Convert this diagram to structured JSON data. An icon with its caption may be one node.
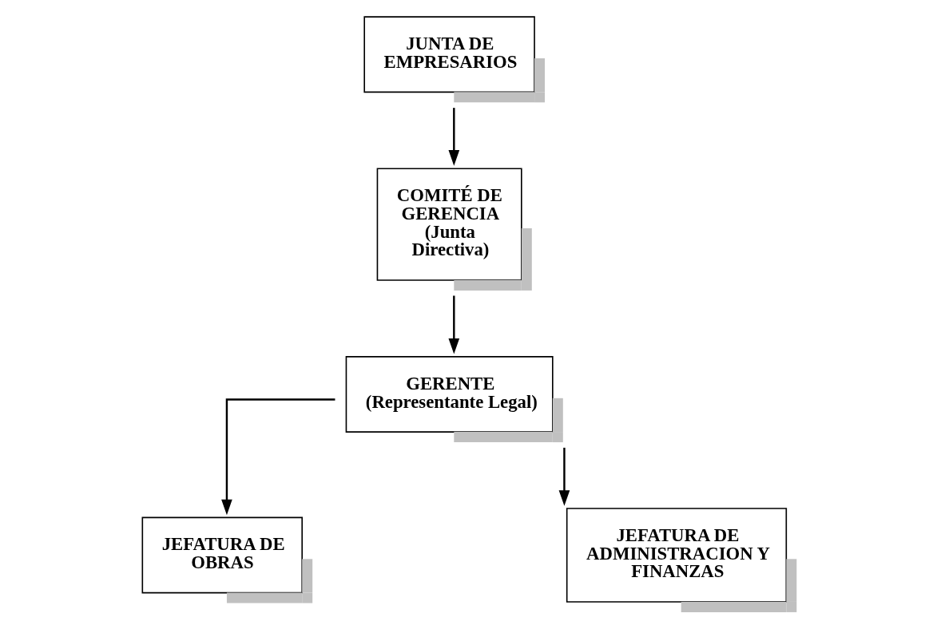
{
  "diagram": {
    "nodes": [
      {
        "text": [
          "JUNTA DE EMPRESARIOS"
        ]
      },
      {
        "text": [
          "COMITÉ DE GERENCIA",
          "(Junta Directiva)"
        ]
      },
      {
        "text": [
          "GERENTE",
          "(Representante Legal)"
        ]
      },
      {
        "text": [
          "JEFATURA DE OBRAS"
        ]
      },
      {
        "text": [
          "JEFATURA DE ADMINISTRACION Y FINANZAS"
        ]
      }
    ],
    "edges": [
      {
        "from": 0,
        "to": 1,
        "arrow": "to"
      },
      {
        "from": 1,
        "to": 2,
        "arrow": "to"
      },
      {
        "from": 2,
        "to": 3,
        "arrow": "to"
      },
      {
        "from": 2,
        "to": 4,
        "arrow": "to"
      }
    ]
  }
}
